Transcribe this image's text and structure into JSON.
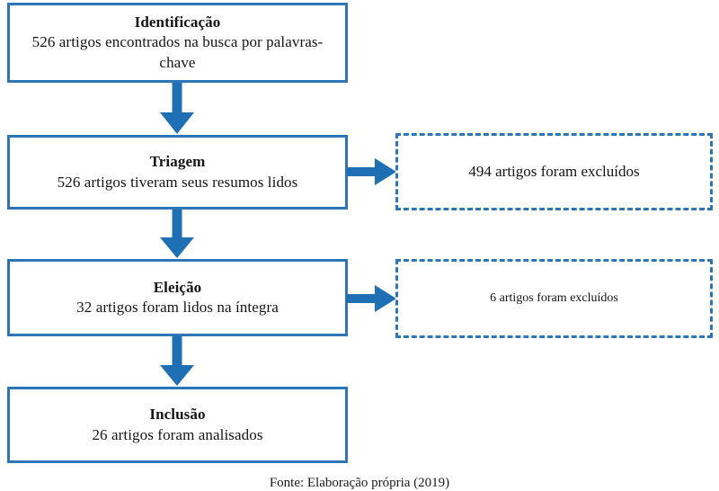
{
  "colors": {
    "box_border": "#2e75b6",
    "arrow": "#1f6fb5",
    "background": "#ffffff",
    "text": "#151515"
  },
  "diagram": {
    "type": "flowchart",
    "stages": [
      {
        "id": "identificacao",
        "title": "Identificação",
        "description": "526 artigos encontrados na busca por palavras-chave"
      },
      {
        "id": "triagem",
        "title": "Triagem",
        "description": "526 artigos tiveram seus resumos lidos"
      },
      {
        "id": "eleicao",
        "title": "Eleição",
        "description": "32 artigos foram lidos na íntegra"
      },
      {
        "id": "inclusao",
        "title": "Inclusão",
        "description": "26 artigos foram analisados"
      }
    ],
    "exclusions": [
      {
        "id": "excluidos-triagem",
        "text": "494 artigos foram excluídos"
      },
      {
        "id": "excluidos-eleicao",
        "text": "6 artigos foram excluídos"
      }
    ],
    "connectors": {
      "down_icon": "arrow-down-icon",
      "right_icon": "arrow-right-icon"
    }
  },
  "caption": {
    "text": "Fonte: Elaboração própria (2019)"
  }
}
